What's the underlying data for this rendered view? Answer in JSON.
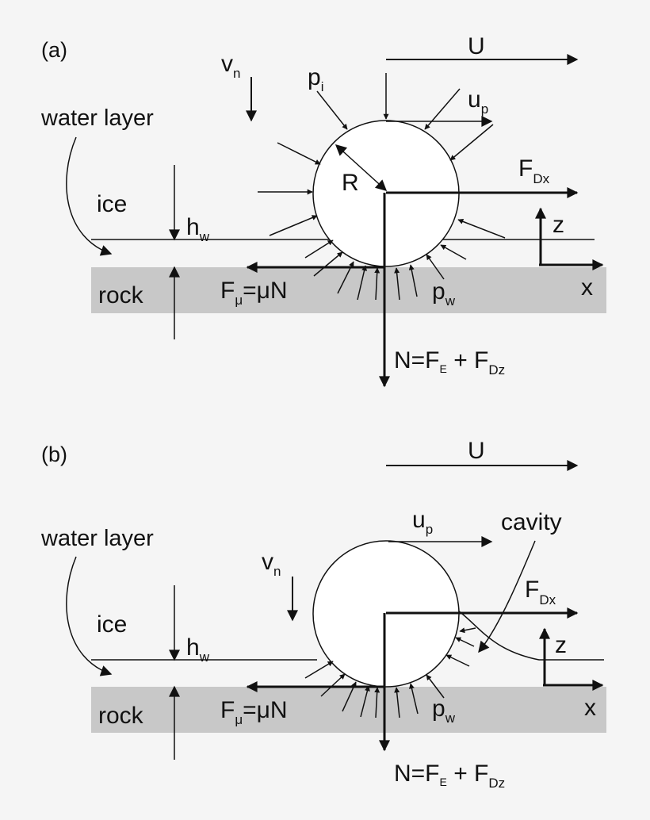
{
  "colors": {
    "background": "#f5f5f5",
    "rock": "#c8c8c8",
    "ink": "#111111",
    "particle": "#ffffff"
  },
  "panels": [
    {
      "id": "a",
      "label": "(a)",
      "U": "U",
      "vn": "v",
      "vn_sub": "n",
      "pi": "p",
      "pi_sub": "i",
      "up": "u",
      "up_sub": "p",
      "water_layer": "water layer",
      "R": "R",
      "FDx": "F",
      "FDx_sub": "Dx",
      "ice": "ice",
      "hw": "h",
      "hw_sub": "w",
      "z": "z",
      "x": "x",
      "rock": "rock",
      "Fmu": "F",
      "Fmu_sub": "μ",
      "Fmu_eq": "=μN",
      "pw": "p",
      "pw_sub": "w",
      "N": "N=F",
      "N_sub1": "E",
      "N_plus": " + F",
      "N_sub2": "Dz"
    },
    {
      "id": "b",
      "label": "(b)",
      "U": "U",
      "vn": "v",
      "vn_sub": "n",
      "up": "u",
      "up_sub": "p",
      "cavity": "cavity",
      "water_layer": "water layer",
      "FDx": "F",
      "FDx_sub": "Dx",
      "ice": "ice",
      "hw": "h",
      "hw_sub": "w",
      "z": "z",
      "x": "x",
      "rock": "rock",
      "Fmu": "F",
      "Fmu_sub": "μ",
      "Fmu_eq": "=μN",
      "pw": "p",
      "pw_sub": "w",
      "N": "N=F",
      "N_sub1": "E",
      "N_plus": " + F",
      "N_sub2": "Dz"
    }
  ]
}
